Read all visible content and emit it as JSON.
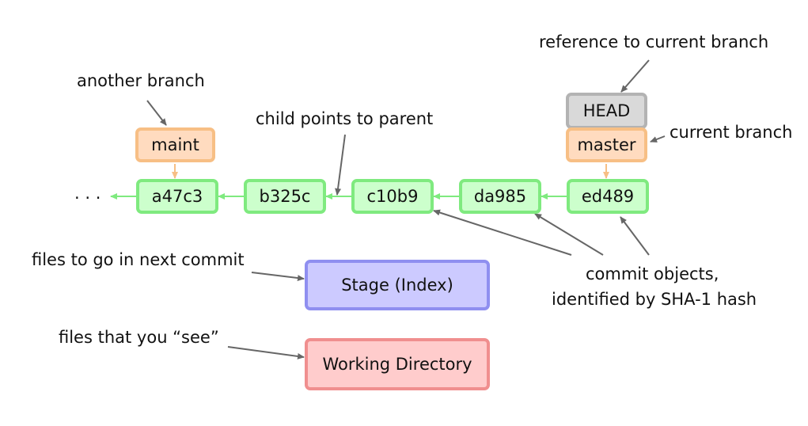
{
  "labels": {
    "reference_to_current_branch": "reference to current branch",
    "another_branch": "another branch",
    "child_points_to_parent": "child points to parent",
    "current_branch": "current branch",
    "ellipsis": ". . .",
    "files_next_commit": "files to go in next commit",
    "commit_objects_line1": "commit objects,",
    "commit_objects_line2": "identified by SHA-1 hash",
    "files_you_see": "files that you “see”"
  },
  "refs": {
    "head": "HEAD",
    "master": "master",
    "maint": "maint"
  },
  "commits": [
    "a47c3",
    "b325c",
    "c10b9",
    "da985",
    "ed489"
  ],
  "areas": {
    "stage": "Stage (Index)",
    "working_directory": "Working Directory"
  },
  "colors": {
    "commit_fill": "#ccffcc",
    "commit_border": "#7fea7f",
    "branch_fill": "#ffdbbf",
    "branch_border": "#f7bf85",
    "head_fill": "#d9d9d9",
    "head_border": "#b3b3b3",
    "stage_fill": "#cccaff",
    "stage_border": "#8f8ff0",
    "wd_fill": "#ffcccc",
    "wd_border": "#f08f8f",
    "arrow_gray": "#666666"
  }
}
